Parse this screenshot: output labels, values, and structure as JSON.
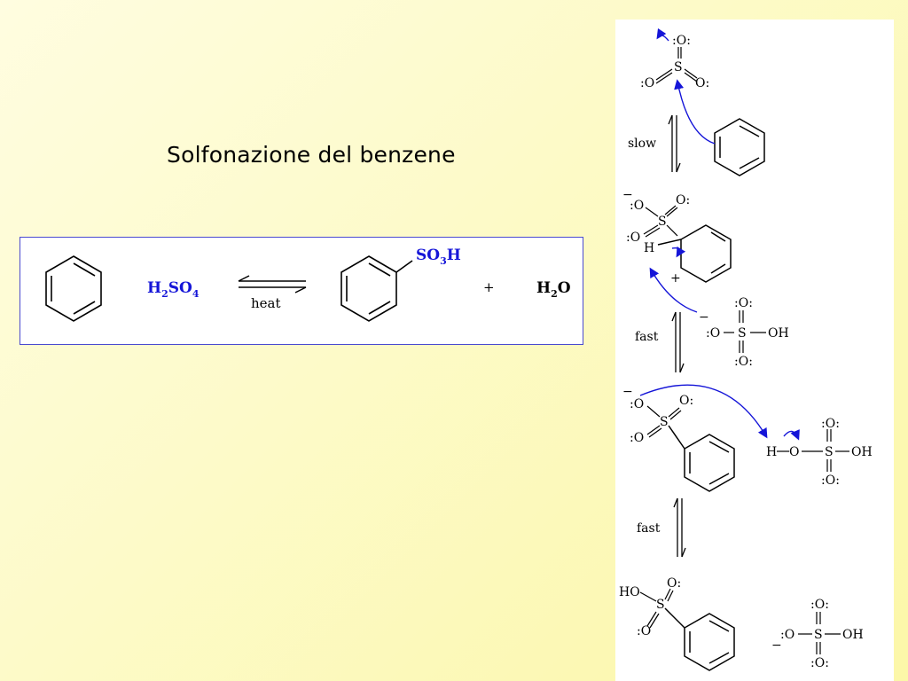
{
  "slide": {
    "title": "Solfonazione del benzene"
  },
  "equation": {
    "reagent": "H2SO4",
    "condition": "heat",
    "product_group": "SO3H",
    "plus": "+",
    "byproduct": "H2O"
  },
  "mechanism": {
    "step1_label": "slow",
    "step2_label": "fast",
    "step3_label": "fast",
    "labels": {
      "S": "S",
      "O": "O",
      "H": "H",
      "OH": "OH",
      "HO": "HO",
      "plus": "+",
      "minus": "−"
    }
  },
  "colors": {
    "accent_blue": "#1515d8",
    "border": "#4a4ad0"
  }
}
